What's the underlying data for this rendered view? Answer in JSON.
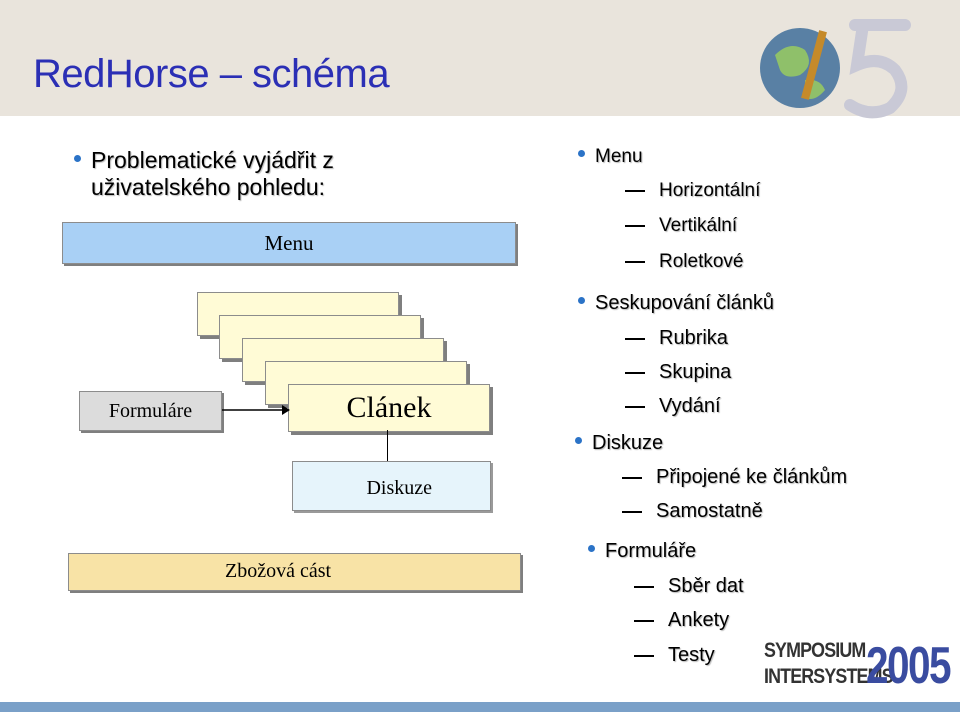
{
  "title": "RedHorse – schéma",
  "left": {
    "bullet_line1": "Problematické vyjádřit z",
    "bullet_line2": "uživatelského pohledu:",
    "menu_box": "Menu",
    "formulare_box": "Formuláre",
    "clanek_box": "Clánek",
    "diskuze_box": "Diskuze",
    "zbozova_box": "Zbožová cást"
  },
  "right": {
    "sections": [
      {
        "label": "Menu",
        "items": [
          "Horizontální",
          "Vertikální",
          "Roletkové"
        ]
      },
      {
        "label": "Seskupování článků",
        "items": [
          "Rubrika",
          "Skupina",
          "Vydání"
        ]
      },
      {
        "label": "Diskuze",
        "items": [
          "Připojené ke článkům",
          "Samostatně"
        ]
      },
      {
        "label": "Formuláře",
        "items": [
          "Sběr dat",
          "Ankety",
          "Testy"
        ]
      }
    ]
  },
  "logo": {
    "line1": "Symposium",
    "line2": "InterSystems",
    "year": "2005"
  },
  "colors": {
    "title": "#2b2fb5",
    "bullet": "#2b73c7",
    "menu_box": "#a9d0f5",
    "formulare_box": "#dcdcdc",
    "stack_box": "#fffbd6",
    "diskuze_box": "#e6f4fb",
    "zbozova_box": "#f8e3a6",
    "logo_year": "#3a4ca0"
  }
}
